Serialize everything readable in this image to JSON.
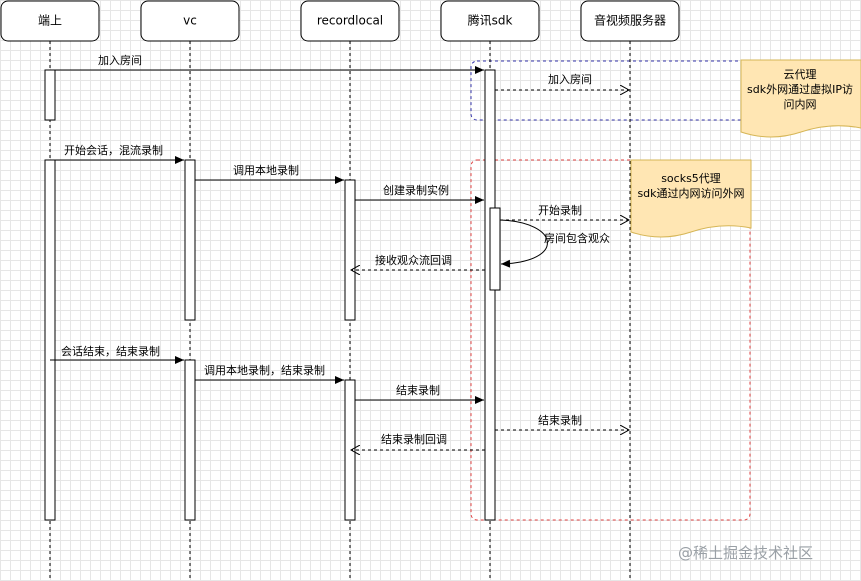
{
  "actors": {
    "client": "端上",
    "vc": "vc",
    "recordlocal": "recordlocal",
    "tencent_sdk": "腾讯sdk",
    "av_server": "音视频服务器"
  },
  "messages": {
    "join_room": "加入房间",
    "join_room_proxy": "加入房间",
    "start_session": "开始会话，混流录制",
    "call_local_record": "调用本地录制",
    "create_record_instance": "创建录制实例",
    "start_record": "开始录制",
    "room_has_audience": "房间包含观众",
    "receive_audience_stream_cb": "接收观众流回调",
    "end_session": "会话结束，结束录制",
    "call_local_record_end": "调用本地录制，结束录制",
    "end_record": "结束录制",
    "end_record_server": "结束录制",
    "end_record_cb": "结束录制回调"
  },
  "notes": {
    "cloud_proxy": [
      "云代理",
      "sdk外网通过虚拟IP访",
      "问内网"
    ],
    "socks5_proxy": [
      "socks5代理",
      "sdk通过内网访问外网"
    ]
  },
  "watermark": "@稀土掘金技术社区",
  "colors": {
    "note_fill": "#ffe6b3",
    "note_border": "#d6b656",
    "blue_frame": "#3333aa",
    "red_frame": "#e04040"
  }
}
